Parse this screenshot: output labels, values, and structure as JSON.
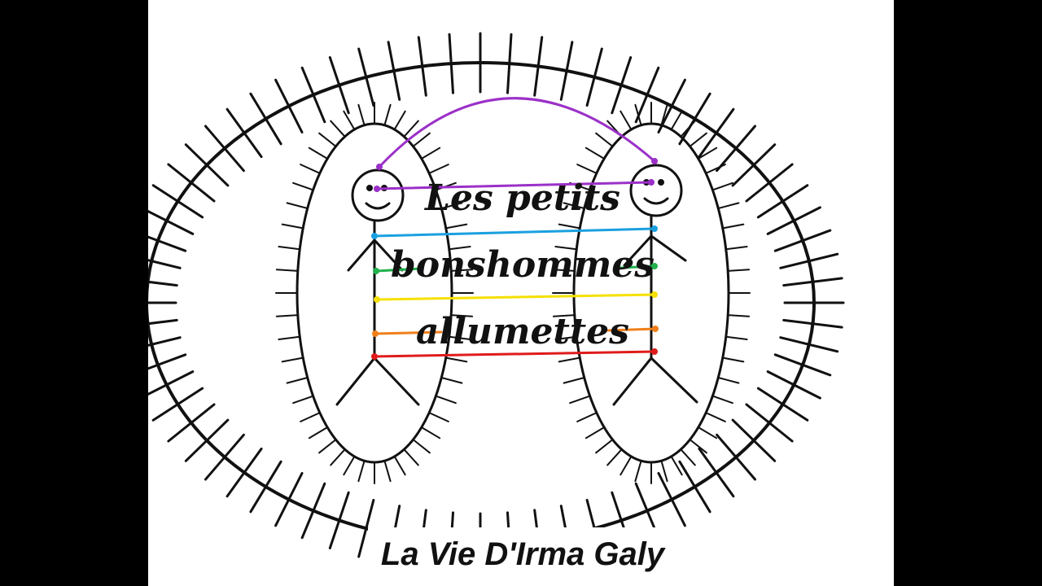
{
  "title": {
    "line1": "Les petits",
    "line2": "bonshommes",
    "line3": "allumettes"
  },
  "credit": "La Vie D'Irma Galy",
  "colors": {
    "background": "#ffffff",
    "letterbox": "#000000",
    "ink": "#111111",
    "cords": [
      "#9b30c8",
      "#1aa0e0",
      "#22b14c",
      "#f5e000",
      "#f07f1a",
      "#e01b1b"
    ]
  },
  "icons": [
    "sun-icon",
    "stick-figure-icon",
    "energy-cord-icon"
  ]
}
